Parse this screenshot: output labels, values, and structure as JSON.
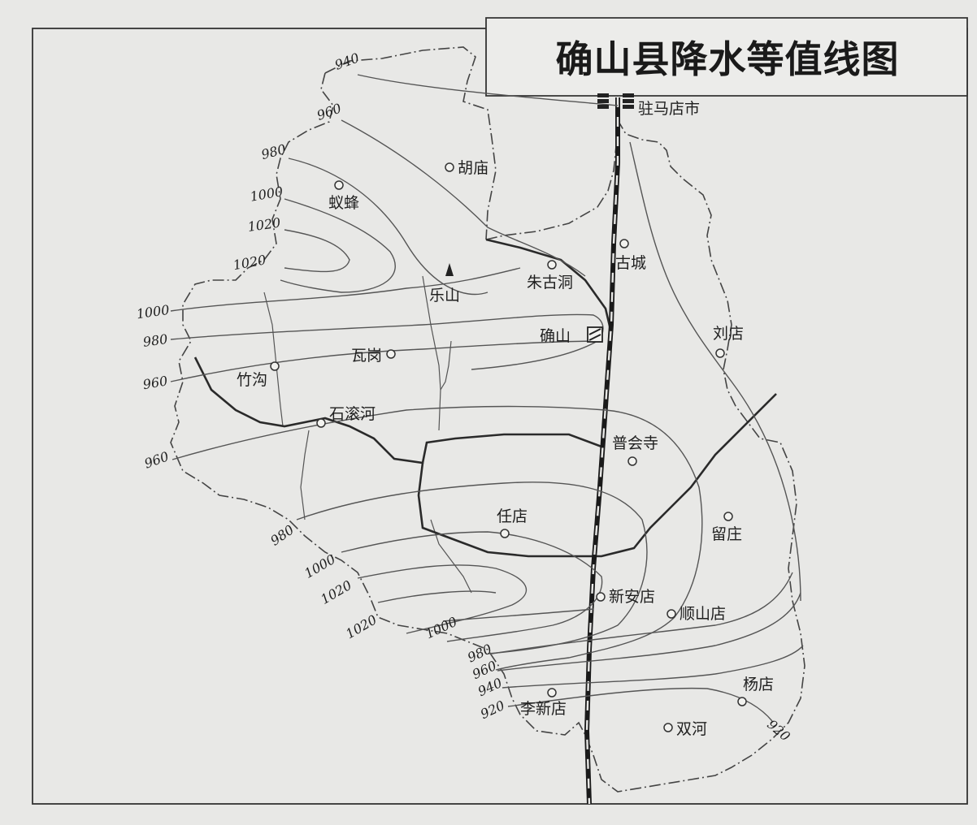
{
  "title": "确山县降水等值线图",
  "places": [
    {
      "id": "zhumadian",
      "name": "驻马店市",
      "kind": "city"
    },
    {
      "id": "hudian",
      "name": "胡庙",
      "kind": "town"
    },
    {
      "id": "yifeng",
      "name": "蚁蜂",
      "kind": "town"
    },
    {
      "id": "gucheng",
      "name": "古城",
      "kind": "town"
    },
    {
      "id": "leshan",
      "name": "乐山",
      "kind": "mountain"
    },
    {
      "id": "zhugudong",
      "name": "朱古洞",
      "kind": "town"
    },
    {
      "id": "queshan",
      "name": "确山",
      "kind": "county-seat"
    },
    {
      "id": "liudian",
      "name": "刘店",
      "kind": "town"
    },
    {
      "id": "wagang",
      "name": "瓦岗",
      "kind": "town"
    },
    {
      "id": "zhugou",
      "name": "竹沟",
      "kind": "town"
    },
    {
      "id": "shigunhe",
      "name": "石滚河",
      "kind": "town"
    },
    {
      "id": "puhuisi",
      "name": "普会寺",
      "kind": "town"
    },
    {
      "id": "rendian",
      "name": "任店",
      "kind": "town"
    },
    {
      "id": "liuzhuang",
      "name": "留庄",
      "kind": "town"
    },
    {
      "id": "xinandian",
      "name": "新安店",
      "kind": "town"
    },
    {
      "id": "shunshandian",
      "name": "顺山店",
      "kind": "town"
    },
    {
      "id": "yangdian",
      "name": "杨店",
      "kind": "town"
    },
    {
      "id": "lixindian",
      "name": "李新店",
      "kind": "town"
    },
    {
      "id": "shuanghe",
      "name": "双河",
      "kind": "town"
    }
  ],
  "contour_labels": [
    "940",
    "960",
    "980",
    "1000",
    "1020",
    "1020",
    "1000",
    "980",
    "960",
    "960",
    "980",
    "1000",
    "1020",
    "1020",
    "1000",
    "980",
    "960",
    "940",
    "920",
    "920"
  ],
  "colors": {
    "background": "#e8e8e6",
    "line": "#555555",
    "ink": "#1f1f1f"
  }
}
